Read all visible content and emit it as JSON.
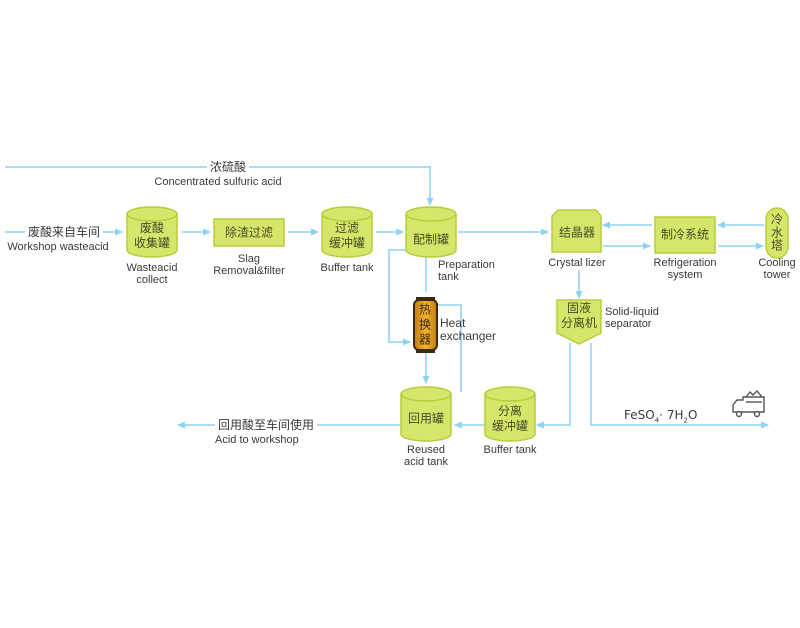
{
  "colors": {
    "line": "#8fd3f3",
    "node_fill": "#d6e66a",
    "node_stroke": "#b8cc3c",
    "heat_fill": "#f0b030",
    "heat_dark": "#3a2a10"
  },
  "inputs": {
    "concentrated_acid": {
      "cn": "浓硫酸",
      "en": "Concentrated sulfuric acid"
    },
    "workshop_waste": {
      "cn": "废酸来自车间",
      "en": "Workshop wasteacid"
    }
  },
  "nodes": {
    "waste_collect": {
      "cn_lines": [
        "废酸",
        "收集罐"
      ],
      "en_lines": [
        "Wasteacid",
        "collect"
      ]
    },
    "slag_filter": {
      "cn": "除渣过滤",
      "en_lines": [
        "Slag",
        "Removal&filter"
      ]
    },
    "filter_buffer": {
      "cn_lines": [
        "过滤",
        "缓冲罐"
      ],
      "en": "Buffer tank"
    },
    "preparation": {
      "cn": "配制罐",
      "en_lines": [
        "Preparation",
        "tank"
      ]
    },
    "crystallizer": {
      "cn": "结晶器",
      "en": "Crystal lizer"
    },
    "refrigeration": {
      "cn": "制冷系统",
      "en_lines": [
        "Refrigeration",
        "system"
      ]
    },
    "cooling_tower": {
      "cn_lines": [
        "冷",
        "水",
        "塔"
      ],
      "en_lines": [
        "Cooling",
        "tower"
      ]
    },
    "heat_exchanger": {
      "cn_lines": [
        "热",
        "换",
        "器"
      ],
      "en_lines": [
        "Heat",
        "exchanger"
      ]
    },
    "separator": {
      "cn_lines": [
        "固液",
        "分离机"
      ],
      "en_lines": [
        "Solid-liquid",
        "separator"
      ]
    },
    "reused_tank": {
      "cn": "回用罐",
      "en_lines": [
        "Reused",
        "acid tank"
      ]
    },
    "sep_buffer": {
      "cn_lines": [
        "分离",
        "缓冲罐"
      ],
      "en": "Buffer tank"
    }
  },
  "outputs": {
    "acid_to_workshop": {
      "cn": "回用酸至车间使用",
      "en": "Acid to workshop"
    },
    "product": {
      "text_main": "FeSO",
      "sub1": "4",
      "dot": "·",
      "text_mid": "7H",
      "sub2": "2",
      "text_end": "O",
      "icon": "truck-icon"
    }
  }
}
